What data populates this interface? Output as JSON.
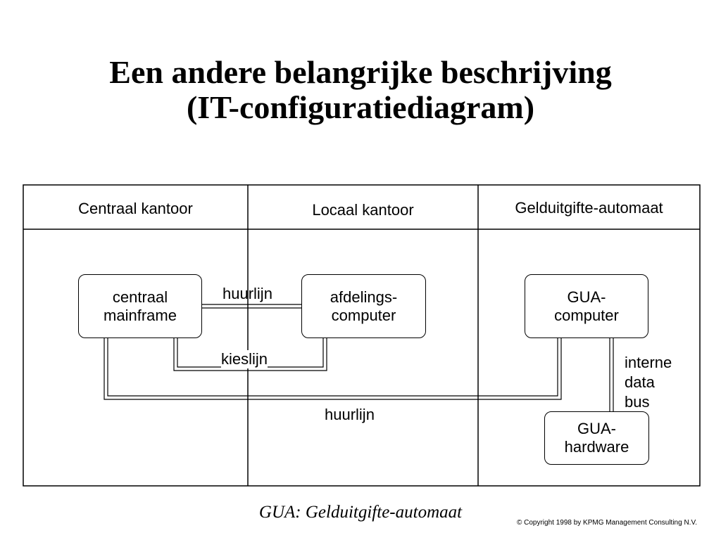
{
  "title": {
    "line1": "Een andere belangrijke beschrijving",
    "line2": "(IT-configuratiediagram)"
  },
  "columns": [
    {
      "label": "Centraal kantoor"
    },
    {
      "label": "Locaal kantoor"
    },
    {
      "label": "Gelduitgifte-automaat"
    }
  ],
  "nodes": {
    "mainframe": {
      "line1": "centraal",
      "line2": "mainframe"
    },
    "afdelings": {
      "line1": "afdelings-",
      "line2": "computer"
    },
    "gua_computer": {
      "line1": "GUA-",
      "line2": "computer"
    },
    "gua_hardware": {
      "line1": "GUA-",
      "line2": "hardware"
    }
  },
  "edges": {
    "huurlijn_top": "huurlijn",
    "kieslijn": "kieslijn",
    "huurlijn_bottom": "huurlijn",
    "interne_bus": {
      "line1": "interne",
      "line2": "data",
      "line3": "bus"
    }
  },
  "caption": "GUA: Gelduitgifte-automaat",
  "copyright": "© Copyright 1998 by KPMG Management Consulting N.V."
}
